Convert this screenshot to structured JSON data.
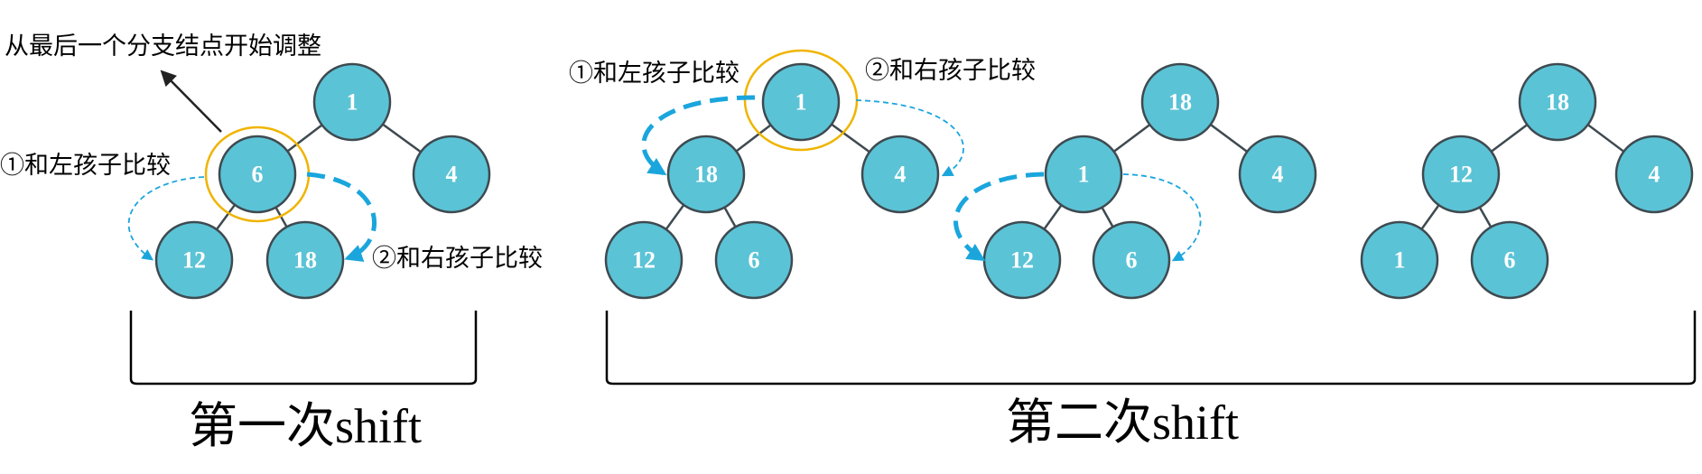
{
  "annotations": {
    "start_note": "从最后一个分支结点开始调整",
    "compare_left": "①和左孩子比较",
    "compare_right": "②和右孩子比较"
  },
  "captions": {
    "first_shift": "第一次shift",
    "second_shift": "第二次shift"
  },
  "colors": {
    "node_fill": "#5bc3d6",
    "node_stroke": "#3e4a50",
    "highlight": "#f0b400",
    "arrow": "#1aa6dd"
  },
  "trees": {
    "tree1": {
      "root": "1",
      "left": "6",
      "right": "4",
      "left_left": "12",
      "left_right": "18"
    },
    "tree2": {
      "root": "1",
      "left": "18",
      "right": "4",
      "left_left": "12",
      "left_right": "6"
    },
    "tree3": {
      "root": "18",
      "left": "1",
      "right": "4",
      "left_left": "12",
      "left_right": "6"
    },
    "tree4": {
      "root": "18",
      "left": "12",
      "right": "4",
      "left_left": "1",
      "left_right": "6"
    }
  }
}
